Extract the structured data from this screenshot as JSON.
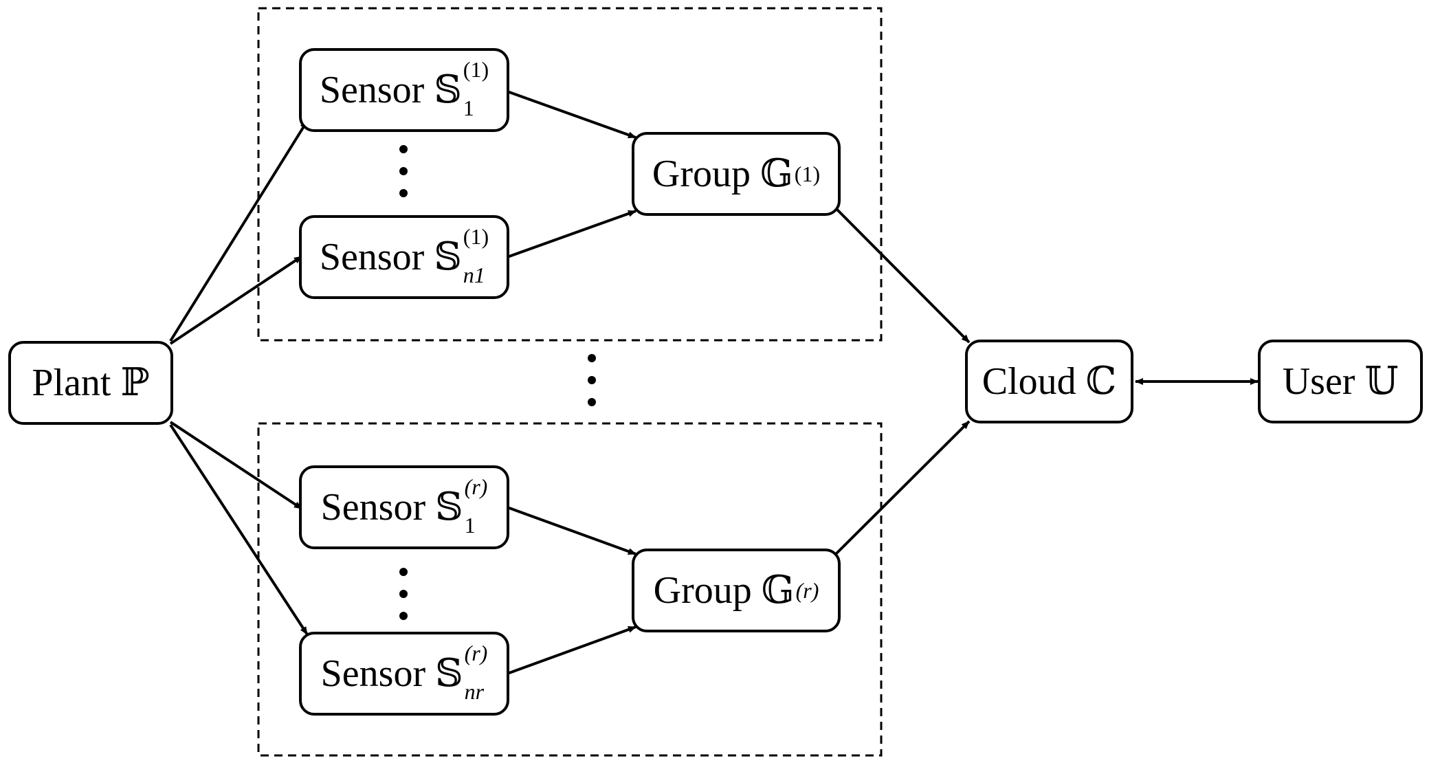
{
  "nodes": {
    "plant": {
      "word": "Plant",
      "symbol": "ℙ"
    },
    "cloud": {
      "word": "Cloud",
      "symbol": "ℂ"
    },
    "user": {
      "word": "User",
      "symbol": "𝕌"
    },
    "group1": {
      "word": "Group",
      "symbol": "𝔾",
      "sup": "(1)"
    },
    "groupr": {
      "word": "Group",
      "symbol": "𝔾",
      "sup": "(r)"
    },
    "sensor_1_1": {
      "word": "Sensor",
      "symbol": "𝕊",
      "sup": "(1)",
      "sub": "1"
    },
    "sensor_n1_1": {
      "word": "Sensor",
      "symbol": "𝕊",
      "sup": "(1)",
      "sub": "n1"
    },
    "sensor_1_r": {
      "word": "Sensor",
      "symbol": "𝕊",
      "sup": "(r)",
      "sub": "1"
    },
    "sensor_nr_r": {
      "word": "Sensor",
      "symbol": "𝕊",
      "sup": "(r)",
      "sub": "nr"
    }
  },
  "colors": {
    "stroke": "#000000",
    "background": "#ffffff"
  }
}
